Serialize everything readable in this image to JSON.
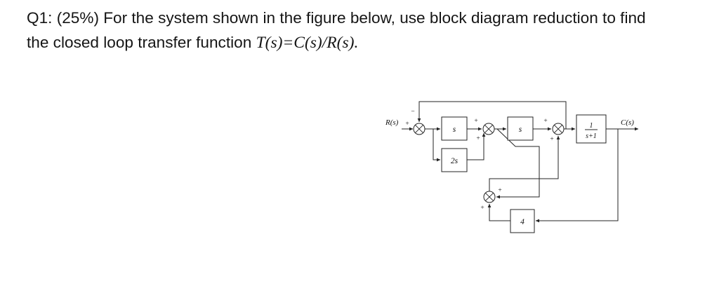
{
  "question": {
    "line1": "Q1: (25%) For the system shown in the figure below, use block diagram reduction to find",
    "line2_prefix": "the closed loop transfer function ",
    "line2_math": "T(s)=C(s)/R(s)."
  },
  "diagram": {
    "input_label": "R(s)",
    "output_label": "C(s)",
    "blocks": {
      "g1": "s",
      "g2": "2s",
      "g3": "s",
      "g4_num": "1",
      "g4_den": "s+1",
      "h1": "4"
    },
    "signs": {
      "s1_left": "+",
      "s1_top": "−",
      "s2_left": "+",
      "s2_bottom": "+",
      "s3_left": "+",
      "s3_bottom": "+",
      "s4_right": "+",
      "s4_bottom": "+"
    }
  }
}
